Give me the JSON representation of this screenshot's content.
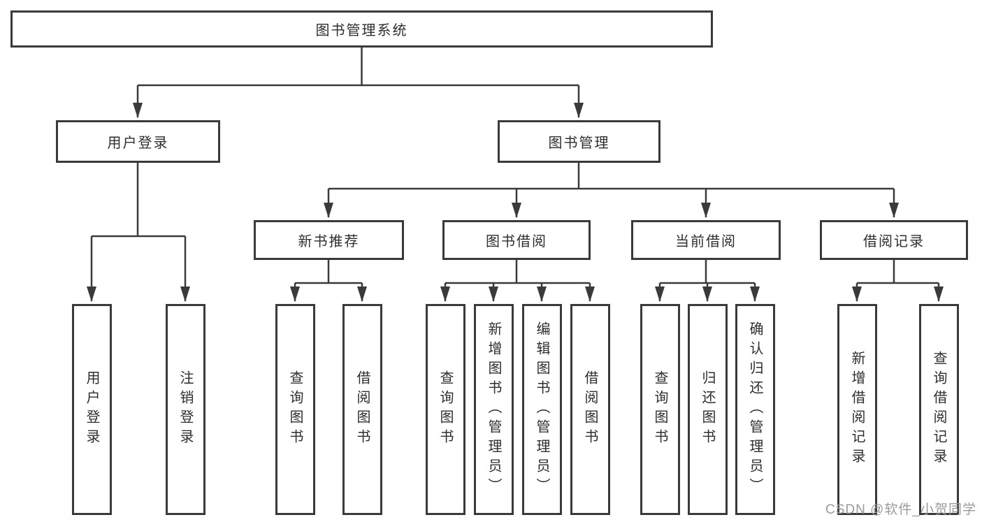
{
  "tree": {
    "label": "图书管理系统",
    "children": [
      {
        "label": "用户登录",
        "children": [
          "用户登录",
          "注销登录"
        ]
      },
      {
        "label": "图书管理",
        "children": [
          {
            "label": "新书推荐",
            "children": [
              "查询图书",
              "借阅图书"
            ]
          },
          {
            "label": "图书借阅",
            "children": [
              "查询图书",
              "新增图书（管理员）",
              "编辑图书（管理员）",
              "借阅图书"
            ]
          },
          {
            "label": "当前借阅",
            "children": [
              "查询图书",
              "归还图书",
              "确认归还（管理员）"
            ]
          },
          {
            "label": "借阅记录",
            "children": [
              "新增借阅记录",
              "查询借阅记录"
            ]
          }
        ]
      }
    ]
  },
  "watermark": {
    "text": "CSDN @软件_小贺同学",
    "color": "#9a9a9a"
  },
  "colors": {
    "line": "#3a3a3a",
    "box_border": "#3a3a3a",
    "text": "#2e2e2e",
    "background": "#ffffff"
  }
}
